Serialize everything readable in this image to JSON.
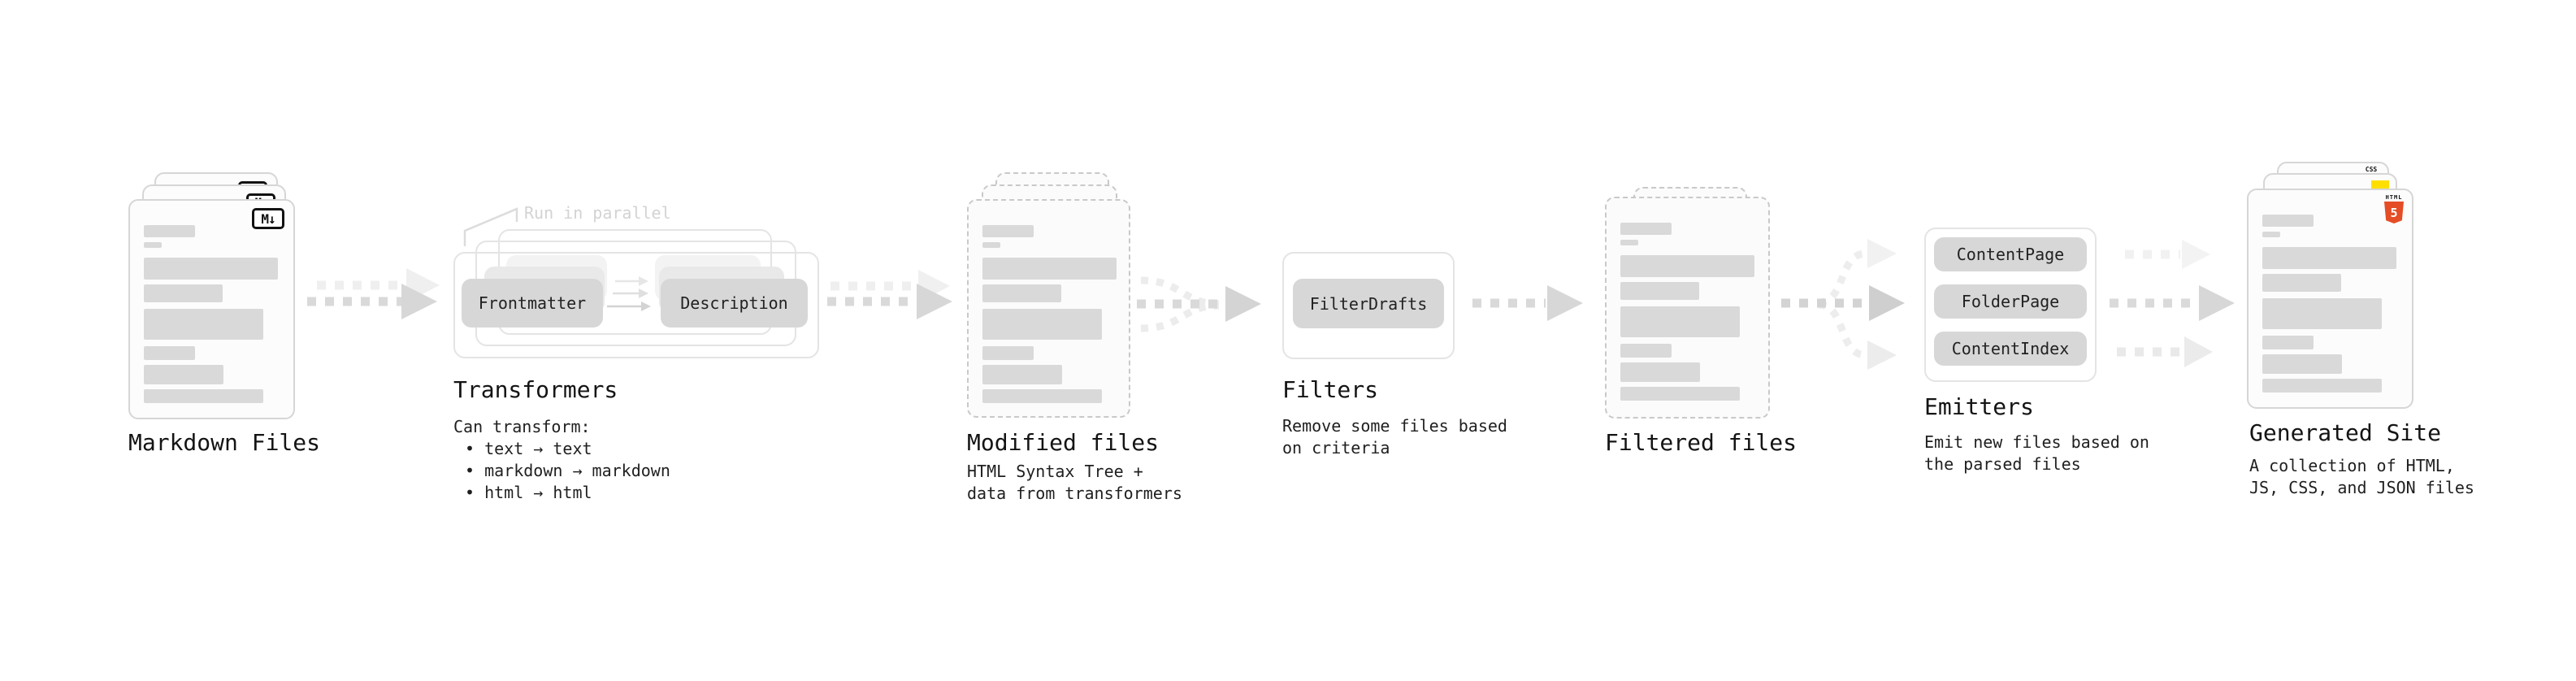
{
  "stages": {
    "markdown": {
      "title": "Markdown Files",
      "badge": "M↓"
    },
    "transformers": {
      "title": "Transformers",
      "note": "Run in parallel",
      "pills": {
        "a": "Frontmatter",
        "b": "Description"
      },
      "caption": "Can transform:",
      "bullets": {
        "b1": "• text → text",
        "b2": "• markdown → markdown",
        "b3": "• html → html"
      }
    },
    "modified": {
      "title": "Modified files",
      "caption1": "HTML Syntax Tree +",
      "caption2": "data from transformers"
    },
    "filters": {
      "title": "Filters",
      "pill": "FilterDrafts",
      "caption1": "Remove some files based",
      "caption2": "on criteria"
    },
    "filtered": {
      "title": "Filtered files"
    },
    "emitters": {
      "title": "Emitters",
      "pills": {
        "a": "ContentPage",
        "b": "FolderPage",
        "c": "ContentIndex"
      },
      "caption1": "Emit new files based on",
      "caption2": "the parsed files"
    },
    "generated": {
      "title": "Generated Site",
      "caption1": "A collection of HTML,",
      "caption2": "JS, CSS, and JSON files",
      "badges": {
        "css": "CSS",
        "html_word": "HTML",
        "html_number": "5"
      }
    }
  },
  "colors": {
    "html5_orange": "#e44d26",
    "js_yellow": "#ffdf00",
    "css_blue": "#2b6bea",
    "skeleton_gray": "#d9d9d9",
    "arrow_gray": "#d9d9d9",
    "note_gray": "#d3d3d3",
    "text_dark": "#1a1a1a"
  }
}
